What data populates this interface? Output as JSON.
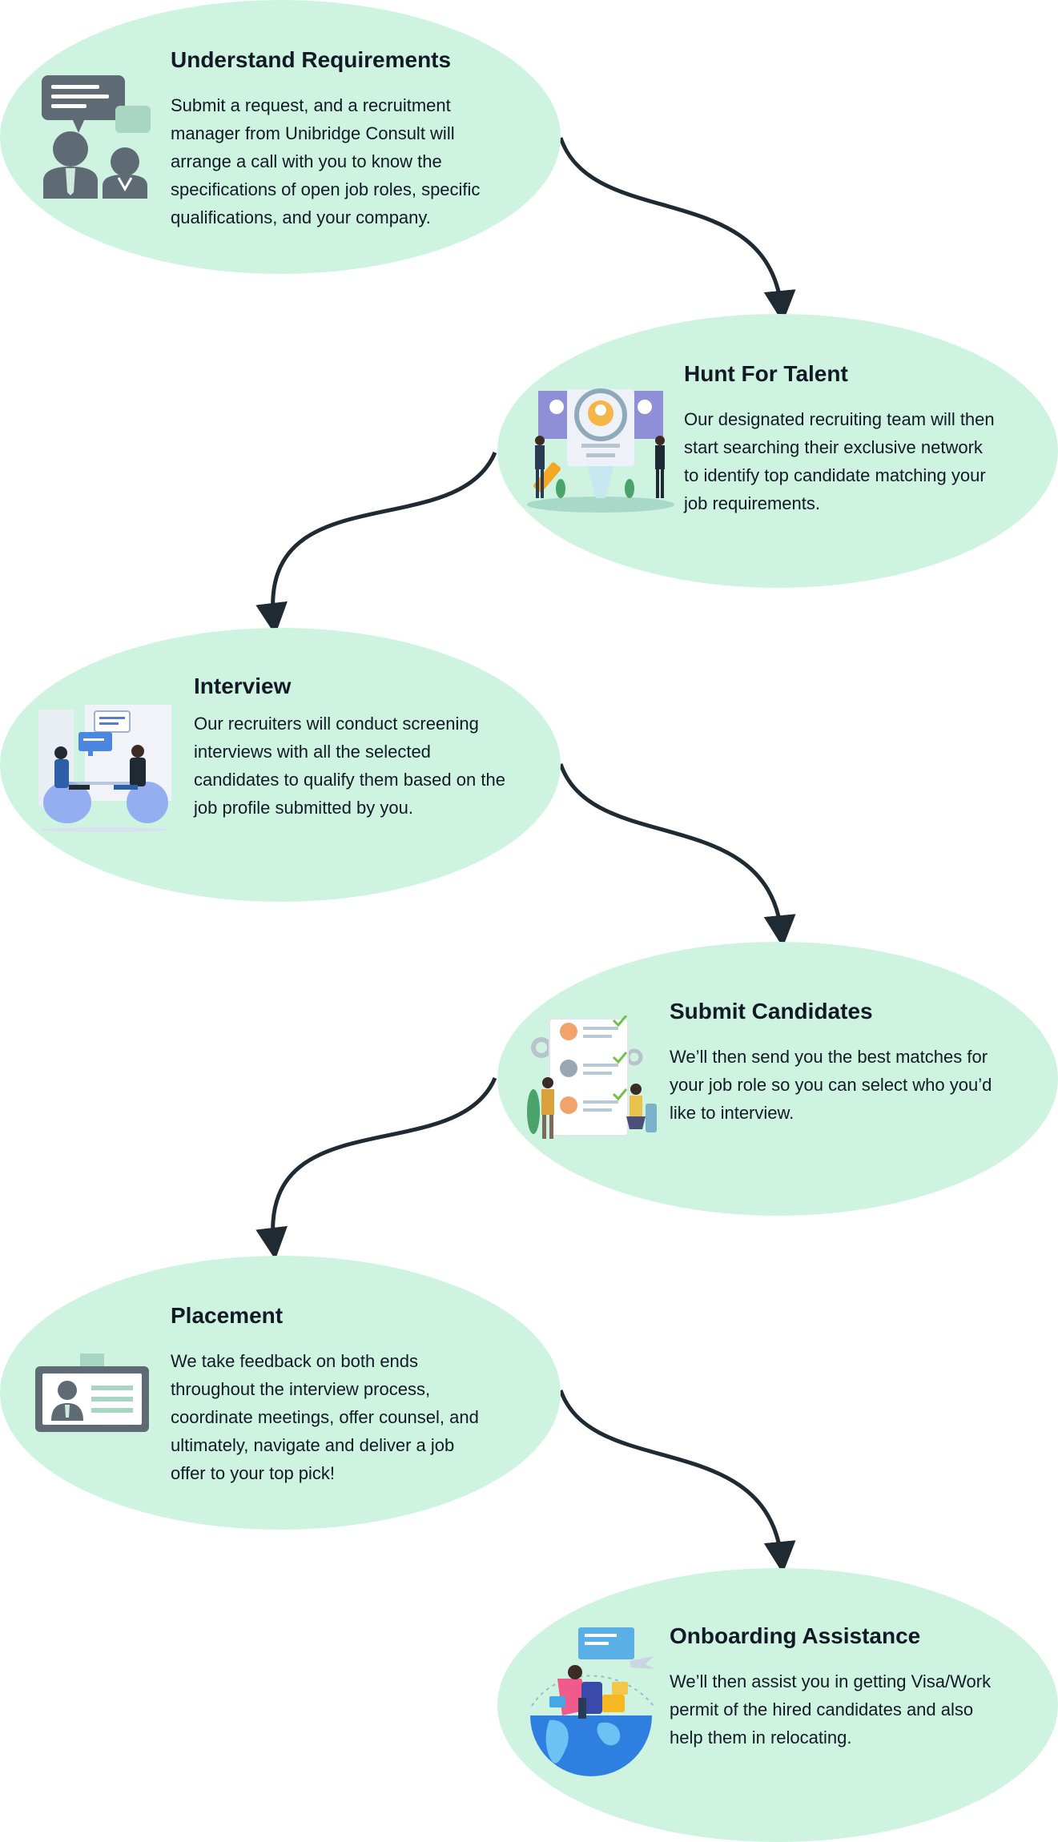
{
  "steps": [
    {
      "title": "Understand Requirements",
      "lines": [
        "Submit a request, and a recruitment",
        "manager from Unibridge Consult will",
        "arrange a call with you to know the",
        "specifications of open job roles, specific",
        "qualifications, and your company."
      ],
      "icon": "meeting-people-icon"
    },
    {
      "title": "Hunt For Talent",
      "lines": [
        "Our designated recruiting team will then",
        "start searching their exclusive network",
        "to identify top candidate matching your",
        "job requirements."
      ],
      "icon": "talent-search-icon"
    },
    {
      "title": "Interview",
      "lines": [
        "Our recruiters will conduct screening",
        "interviews with all the selected",
        "candidates to qualify them based on the",
        "job profile submitted by you."
      ],
      "icon": "interview-icon"
    },
    {
      "title": "Submit Candidates",
      "lines": [
        "We’ll then send you the best matches for",
        "your job role so you can select who you’d",
        "like to interview."
      ],
      "icon": "candidate-list-icon"
    },
    {
      "title": "Placement",
      "lines": [
        "We take feedback on both ends",
        "throughout the interview process,",
        "coordinate meetings, offer counsel, and",
        "ultimately, navigate and deliver a job",
        "offer to your top pick!"
      ],
      "icon": "id-badge-icon"
    },
    {
      "title": "Onboarding Assistance",
      "lines": [
        "We’ll then assist you in getting Visa/Work",
        "permit of the hired candidates and also",
        "help them in relocating."
      ],
      "icon": "globe-travel-icon"
    }
  ],
  "colors": {
    "ellipse": "#cff3e1",
    "arrow": "#1f2a33",
    "icon_gray": "#5f6b74"
  }
}
